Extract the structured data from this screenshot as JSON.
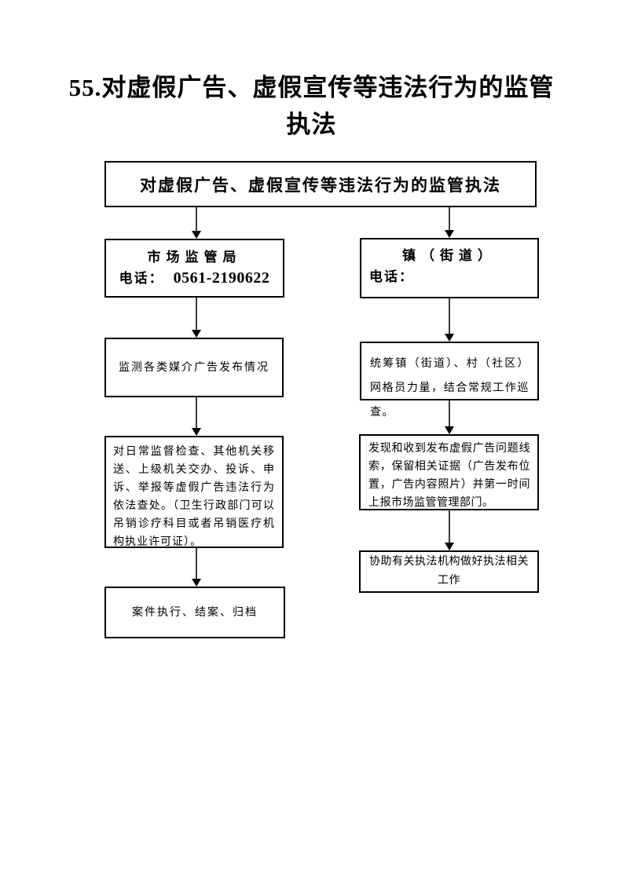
{
  "document": {
    "title_line1": "55.对虚假广告、虚假宣传等违法行为的监管",
    "title_line2": "执法"
  },
  "flowchart": {
    "header": "对虚假广告、虚假宣传等违法行为的监管执法",
    "left": {
      "org_name": "市场监管局",
      "phone_label": "电话：",
      "phone_number": "0561-2190622",
      "step1": "监测各类媒介广告发布情况",
      "step2": "对日常监督检查、其他机关移送、上级机关交办、投诉、申诉、举报等虚假广告违法行为依法查处。（卫生行政部门可以吊销诊疗科目或者吊销医疗机构执业许可证）。",
      "step3": "案件执行、结案、归档"
    },
    "right": {
      "org_name": "镇（街道）",
      "phone_label": "电话：",
      "phone_number": "",
      "step1": "统筹镇（街道）、村（社区）网格员力量，结合常规工作巡查。",
      "step2": "发现和收到发布虚假广告问题线索，保留相关证据（广告发布位置，广告内容照片）并第一时间上报市场监管管理部门。",
      "step3": "协助有关执法机构做好执法相关工作"
    }
  }
}
